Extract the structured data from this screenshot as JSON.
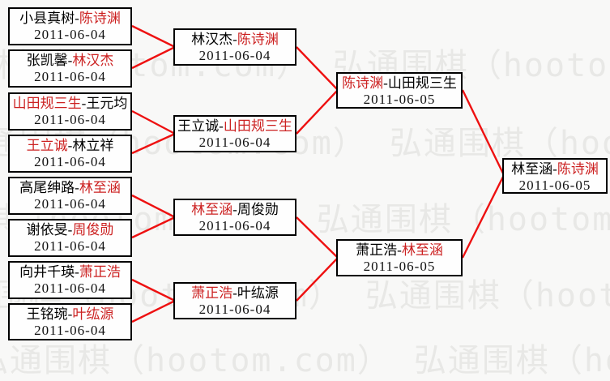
{
  "watermark": {
    "text": "弘通围棋（hootom.com）",
    "color": "#e8e8e6"
  },
  "sep": "-",
  "colors": {
    "line": "#ee1111",
    "winner_text": "#cc2121",
    "border": "#000000",
    "background": "#f8f8f7"
  },
  "bracket": {
    "r1": {
      "m1": {
        "p1": "小县真树",
        "p2": "陈诗渊",
        "winner": "陈诗渊",
        "date": "2011-06-04"
      },
      "m2": {
        "p1": "张凯馨",
        "p2": "林汉杰",
        "winner": "林汉杰",
        "date": "2011-06-04"
      },
      "m3": {
        "p1": "山田规三生",
        "p2": "王元均",
        "winner": "山田规三生",
        "date": "2011-06-04"
      },
      "m4": {
        "p1": "王立诚",
        "p2": "林立祥",
        "winner": "王立诚",
        "date": "2011-06-04"
      },
      "m5": {
        "p1": "高尾绅路",
        "p2": "林至涵",
        "winner": "林至涵",
        "date": "2011-06-04"
      },
      "m6": {
        "p1": "谢依旻",
        "p2": "周俊勋",
        "winner": "周俊勋",
        "date": "2011-06-04"
      },
      "m7": {
        "p1": "向井千瑛",
        "p2": "萧正浩",
        "winner": "萧正浩",
        "date": "2011-06-04"
      },
      "m8": {
        "p1": "王铭琬",
        "p2": "叶纮源",
        "winner": "叶纮源",
        "date": "2011-06-04"
      }
    },
    "r2": {
      "m1": {
        "p1": "林汉杰",
        "p2": "陈诗渊",
        "winner": "陈诗渊",
        "date": "2011-06-04"
      },
      "m2": {
        "p1": "王立诚",
        "p2": "山田规三生",
        "winner": "山田规三生",
        "date": "2011-06-04"
      },
      "m3": {
        "p1": "林至涵",
        "p2": "周俊勋",
        "winner": "林至涵",
        "date": "2011-06-04"
      },
      "m4": {
        "p1": "萧正浩",
        "p2": "叶纮源",
        "winner": "萧正浩",
        "date": "2011-06-04"
      }
    },
    "r3": {
      "m1": {
        "p1": "陈诗渊",
        "p2": "山田规三生",
        "winner": "陈诗渊",
        "date": "2011-06-05"
      },
      "m2": {
        "p1": "萧正浩",
        "p2": "林至涵",
        "winner": "林至涵",
        "date": "2011-06-05"
      }
    },
    "final": {
      "m1": {
        "p1": "林至涵",
        "p2": "陈诗渊",
        "winner": "陈诗渊",
        "date": "2011-06-05"
      }
    }
  }
}
